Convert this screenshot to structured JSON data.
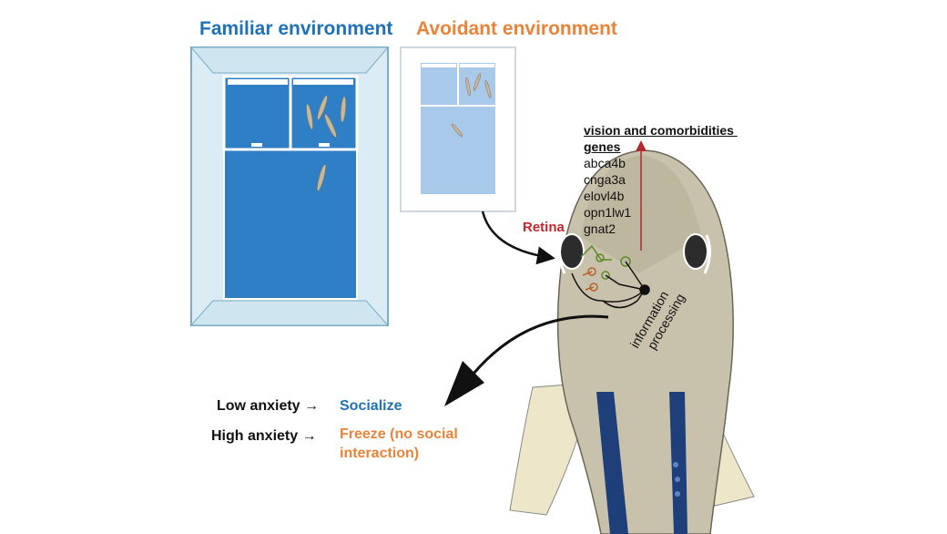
{
  "titles": {
    "familiar": "Familiar environment",
    "avoidant": "Avoidant environment"
  },
  "genes": {
    "heading": "vision and comorbidities \ngenes",
    "items": [
      "abca4b",
      "cnga3a",
      "elovl4b",
      "opn1lw1",
      "gnat2"
    ]
  },
  "labels": {
    "retina": "Retina",
    "processing": "information processing"
  },
  "outcomes": {
    "low": "Low anxiety →",
    "high": "High anxiety →",
    "socialize": "Socialize",
    "freeze": "Freeze (no social\ninteraction)"
  },
  "colors": {
    "blue": "#1f72b8",
    "orange": "#e8843a",
    "red": "#c0282d",
    "tank": "#2e7fc6",
    "tank_light": "#a8c9ea"
  }
}
